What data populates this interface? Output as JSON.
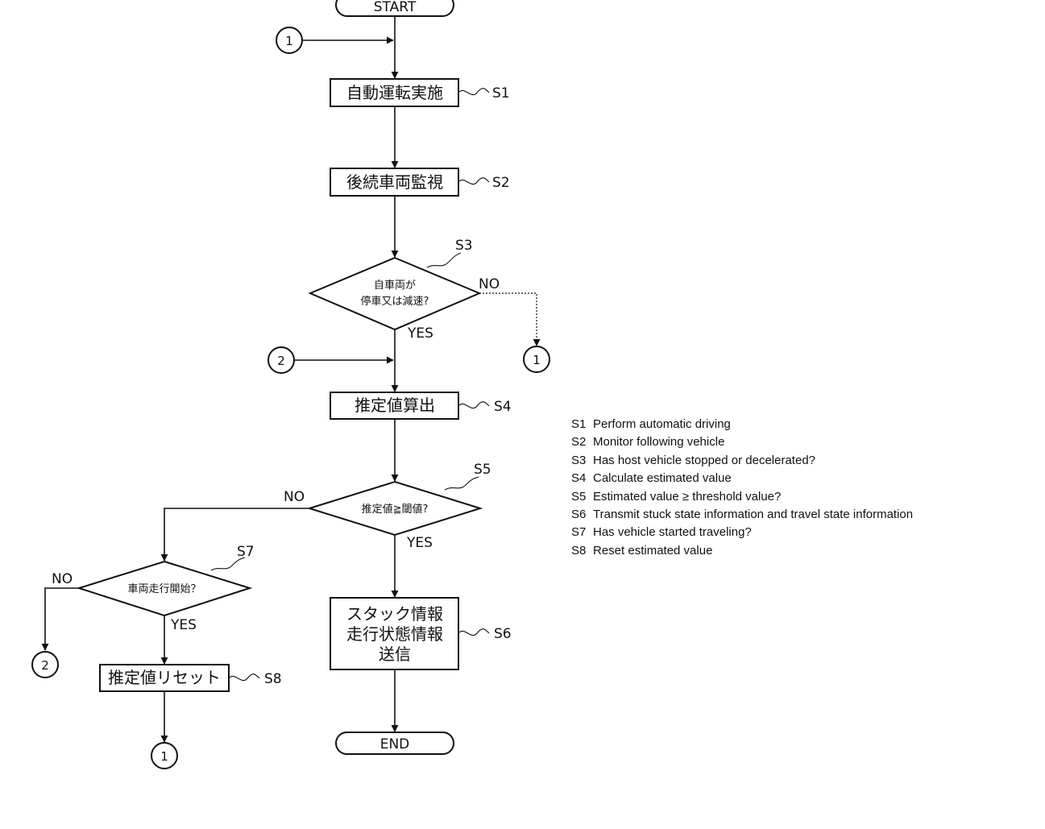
{
  "terminals": {
    "start": "START",
    "end": "END"
  },
  "connectors": {
    "one": "1",
    "two": "2"
  },
  "steps": {
    "s1": {
      "id": "S1",
      "text": "自動運転実施"
    },
    "s2": {
      "id": "S2",
      "text": "後続車両監視"
    },
    "s3": {
      "id": "S3",
      "line1": "自車両が",
      "line2": "停車又は減速?"
    },
    "s4": {
      "id": "S4",
      "text": "推定値算出"
    },
    "s5": {
      "id": "S5",
      "text": "推定値≧閾値?"
    },
    "s6": {
      "id": "S6",
      "line1": "スタック情報",
      "line2": "走行状態情報",
      "line3": "送信"
    },
    "s7": {
      "id": "S7",
      "text": "車両走行開始？"
    },
    "s8": {
      "id": "S8",
      "text": "推定値リセット"
    }
  },
  "branch_labels": {
    "yes": "YES",
    "no": "NO"
  },
  "legend": [
    {
      "id": "S1",
      "text": "Perform automatic driving"
    },
    {
      "id": "S2",
      "text": "Monitor following vehicle"
    },
    {
      "id": "S3",
      "text": "Has host vehicle stopped or decelerated?"
    },
    {
      "id": "S4",
      "text": "Calculate estimated value"
    },
    {
      "id": "S5",
      "text": "Estimated value ≥ threshold value?"
    },
    {
      "id": "S6",
      "text": "Transmit stuck state information and travel state information"
    },
    {
      "id": "S7",
      "text": "Has vehicle started traveling?"
    },
    {
      "id": "S8",
      "text": "Reset estimated value"
    }
  ]
}
